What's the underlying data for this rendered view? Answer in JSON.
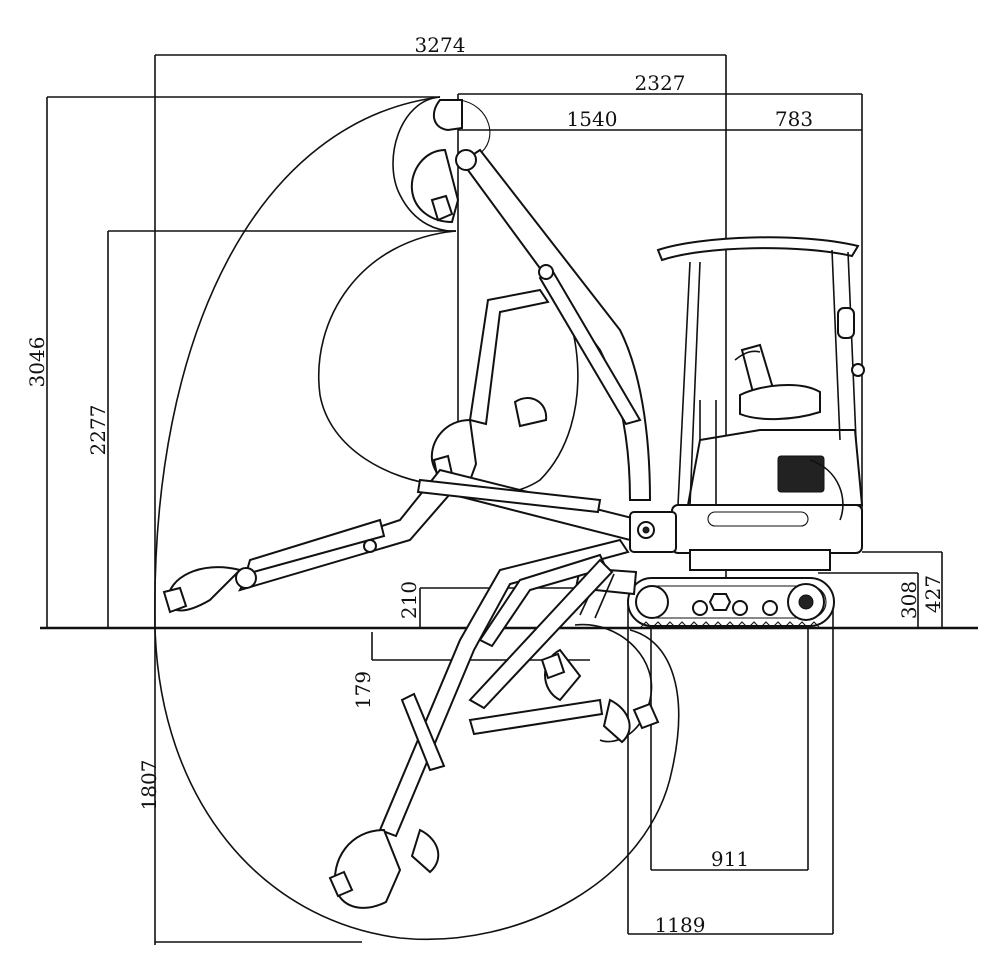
{
  "diagram": {
    "dimensions": {
      "overall_reach": "3274",
      "front_to_swing_center": "2327",
      "boom_offset": "1540",
      "rear_overhang": "783",
      "max_dig_height": "3046",
      "max_dump_height": "2277",
      "dump_clearance_low": "210",
      "vertical_wall_depth": "179",
      "max_dig_depth": "1807",
      "min_swing_radius_front": "911",
      "track_length": "1189",
      "cabin_ground_clearance": "308",
      "counterweight_clearance": "427"
    }
  }
}
